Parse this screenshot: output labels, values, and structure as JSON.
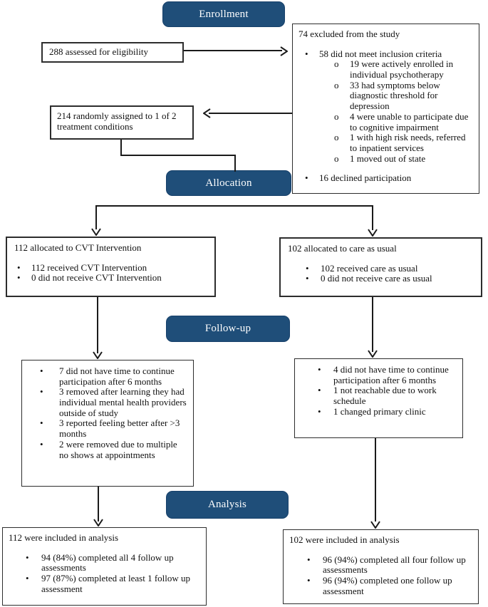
{
  "colors": {
    "banner_bg": "#1F4E79",
    "banner_text": "#ffffff",
    "box_border": "#2d2d2d",
    "line": "#1a1a1a",
    "text": "#111111",
    "background": "#ffffff"
  },
  "markers": {
    "bullet": "•",
    "circle": "o"
  },
  "banners": {
    "enrollment": "Enrollment",
    "allocation": "Allocation",
    "followup": "Follow-up",
    "analysis": "Analysis"
  },
  "eligibility": {
    "title": "288 assessed for eligibility"
  },
  "excluded": {
    "title": "74 excluded from the study",
    "bullet1": "58 did not meet inclusion criteria",
    "sub": [
      "19 were actively enrolled in individual psychotherapy",
      "33 had symptoms below diagnostic threshold for depression",
      "4 were unable to participate due to cognitive impairment",
      "1 with high risk needs, referred to inpatient services",
      "1 moved out of state"
    ],
    "bullet2": "16 declined participation"
  },
  "randomized": {
    "title": "214 randomly assigned to 1 of 2 treatment conditions"
  },
  "alloc_left": {
    "title": "112 allocated to CVT Intervention",
    "bullets": [
      "112 received CVT Intervention",
      "0 did not receive CVT Intervention"
    ]
  },
  "alloc_right": {
    "title": "102 allocated to care as usual",
    "bullets": [
      "102 received care as usual",
      "0 did not receive care as usual"
    ]
  },
  "followup_left": {
    "bullets": [
      "7 did not have time to continue participation after 6 months",
      "3 removed after learning they had individual mental health providers outside of study",
      "3 reported feeling better after >3 months",
      "2 were removed due to multiple no shows at appointments"
    ]
  },
  "followup_right": {
    "bullets": [
      "4 did not have time to continue participation after 6 months",
      "1 not reachable due to work schedule",
      "1 changed primary clinic"
    ]
  },
  "analysis_left": {
    "title": "112 were included in analysis",
    "bullets": [
      "94 (84%) completed all 4 follow up assessments",
      "97 (87%) completed at least 1 follow up assessment"
    ]
  },
  "analysis_right": {
    "title": "102 were included in analysis",
    "bullets": [
      "96 (94%) completed all four follow up assessments",
      "96 (94%) completed one follow up assessment"
    ]
  }
}
